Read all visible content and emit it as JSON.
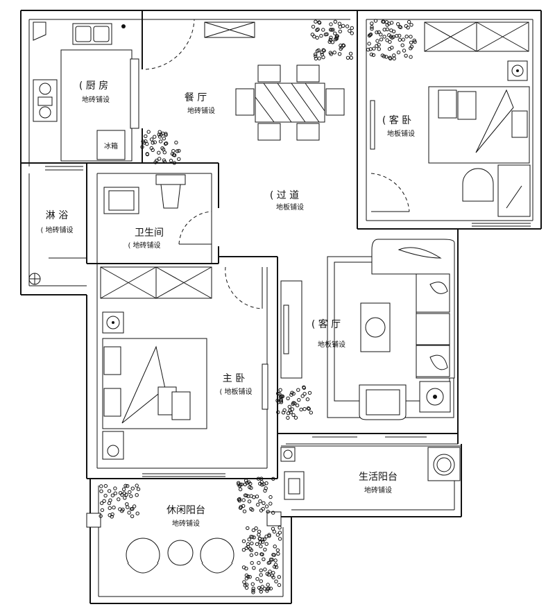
{
  "rooms": {
    "kitchen": {
      "name": "( 厨 房",
      "floor": "地砖铺设"
    },
    "dining": {
      "name": "餐 厅",
      "floor": "地砖铺设"
    },
    "guest_room": {
      "name": "( 客 卧",
      "floor": "地板铺设"
    },
    "shower": {
      "name": "淋 浴",
      "floor": "( 地砖铺设"
    },
    "hallway": {
      "name": "( 过 道",
      "floor": "地板铺设"
    },
    "wc": {
      "name": "卫生间",
      "floor": "( 地砖铺设"
    },
    "master": {
      "name": "主 卧",
      "floor": "( 地板铺设"
    },
    "living": {
      "name": "( 客 厅",
      "floor": "地板铺设"
    },
    "service_balcony": {
      "name": "生活阳台",
      "floor": "地砖铺设"
    },
    "leisure_balcony": {
      "name": "休闲阳台",
      "floor": "地砖铺设"
    }
  },
  "appliances": {
    "fridge_label": "冰箱"
  },
  "colors": {
    "line": "#111111",
    "background": "#ffffff"
  }
}
